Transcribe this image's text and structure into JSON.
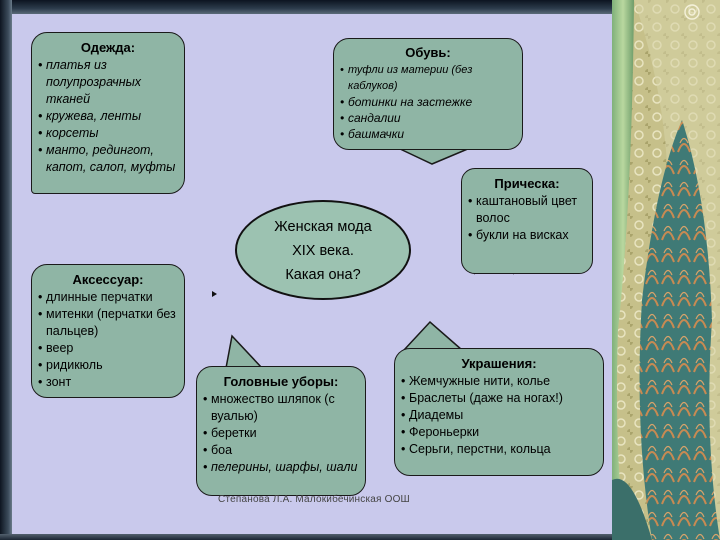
{
  "slide": {
    "center": {
      "line1": "Женская мода",
      "line2": "XIX века.",
      "line3": "Какая она?"
    },
    "footer": "Степанова Л.А. Малокибечинская ООШ",
    "colors": {
      "background": "#c9c9ec",
      "box": "#8fb5a5",
      "ellipse": "#9cc2b1"
    },
    "boxes": {
      "clothing": {
        "title": "Одежда:",
        "items": [
          "платья из полупрозрачных тканей",
          "кружева, ленты",
          "корсеты",
          "манто, редингот, капот, салоп, муфты"
        ]
      },
      "shoes": {
        "title": "Обувь:",
        "items": [
          "туфли из материи (без каблуков)",
          "ботинки на застежке",
          "сандалии",
          "башмачки"
        ]
      },
      "hairstyle": {
        "title": "Прическа:",
        "items": [
          "каштановый цвет волос",
          "букли на висках"
        ]
      },
      "accessories": {
        "title": "Аксессуар:",
        "items": [
          "длинные перчатки",
          "митенки (перчатки без пальцев)",
          "веер",
          "ридикюль",
          "зонт"
        ]
      },
      "headwear": {
        "title": "Головные уборы:",
        "items": [
          "множество шляпок (с вуалью)",
          "беретки",
          "боа",
          "пелерины, шарфы, шали"
        ]
      },
      "jewelry": {
        "title": "Украшения:",
        "items": [
          "Жемчужные нити, колье",
          "Браслеты (даже на ногах!)",
          "Диадемы",
          "Фероньерки",
          "Серьги, перстни, кольца"
        ]
      }
    }
  }
}
